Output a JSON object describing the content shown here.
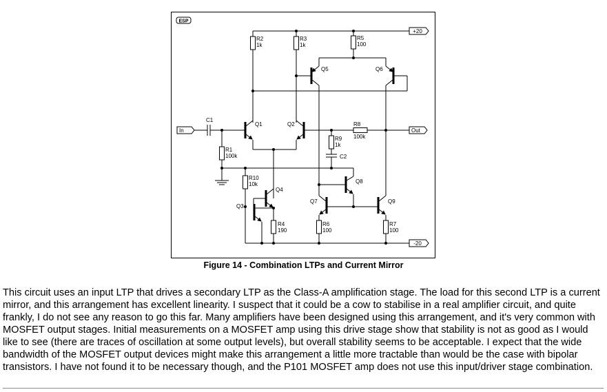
{
  "schematic": {
    "logo": "ESP",
    "components": {
      "R2": {
        "ref": "R2",
        "value": "1k"
      },
      "R3": {
        "ref": "R3",
        "value": "1k"
      },
      "R5": {
        "ref": "R5",
        "value": "100"
      },
      "R8": {
        "ref": "R8",
        "value": "100k"
      },
      "R9": {
        "ref": "R9",
        "value": "1k"
      },
      "R1": {
        "ref": "R1",
        "value": "100k"
      },
      "R10": {
        "ref": "R10",
        "value": "10k"
      },
      "R4": {
        "ref": "R4",
        "value": "190"
      },
      "R6": {
        "ref": "R6",
        "value": "100"
      },
      "R7": {
        "ref": "R7",
        "value": "100"
      },
      "C1": {
        "ref": "C1"
      },
      "C2": {
        "ref": "C2"
      },
      "Q1": {
        "ref": "Q1"
      },
      "Q2": {
        "ref": "Q2"
      },
      "Q3": {
        "ref": "Q3"
      },
      "Q4": {
        "ref": "Q4"
      },
      "Q5": {
        "ref": "Q5"
      },
      "Q6": {
        "ref": "Q6"
      },
      "Q7": {
        "ref": "Q7"
      },
      "Q8": {
        "ref": "Q8"
      },
      "Q9": {
        "ref": "Q9"
      }
    },
    "ports": {
      "in": "In",
      "out": "Out",
      "pos": "+20",
      "neg": "-20"
    }
  },
  "caption": "Figure 14 - Combination LTPs and Current Mirror",
  "paragraph": "This circuit uses an input LTP that drives a secondary LTP as the Class-A amplification stage. The load for this second LTP is a current mirror, and this arrangement has excellent linearity. I suspect that it could be a cow to stabilise in a real amplifier circuit, and quite frankly, I do not see any reason to go this far. Many amplifiers have been designed using this arrangement, and it's very common with MOSFET output stages. Initial measurements on a MOSFET amp using this drive stage show that stability is not as good as I would like to see (there are traces of oscillation at some output levels), but overall stability seems to be acceptable. I expect that the wide bandwidth of the MOSFET output devices might make this arrangement a little more tractable than would be the case with bipolar transistors. I have not found it to be necessary though, and the P101 MOSFET amp does not use this input/driver stage combination."
}
